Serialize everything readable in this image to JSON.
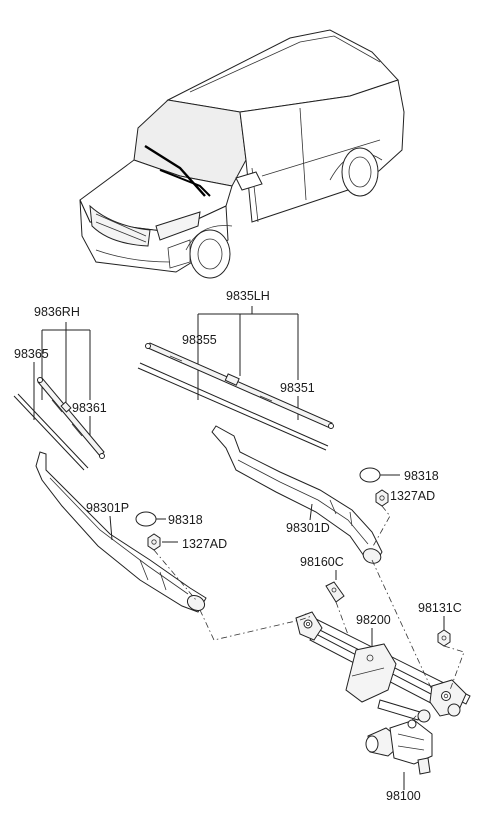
{
  "labels": {
    "rh_group": "9836RH",
    "lh_group": "9835LH",
    "rh_insert": "98365",
    "rh_blade": "98361",
    "lh_insert": "98355",
    "lh_blade": "98351",
    "arm_rh": "98301P",
    "arm_lh": "98301D",
    "cap_rh": "98318",
    "cap_lh": "98318",
    "nut_rh": "1327AD",
    "nut_lh": "1327AD",
    "bracket": "98160C",
    "linkage": "98200",
    "nut_linkage": "98131C",
    "motor": "98100"
  },
  "icons": {
    "vehicle": "suv-vehicle-icon",
    "motor": "wiper-motor-icon",
    "linkage": "wiper-linkage-icon"
  }
}
